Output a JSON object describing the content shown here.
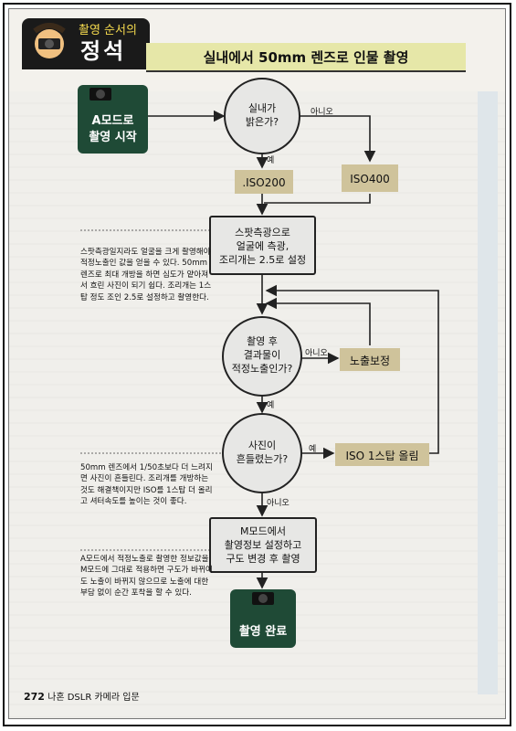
{
  "header": {
    "series_badge_top": "촬영 순서의",
    "series_badge_main": "정석",
    "title": "실내에서 50mm 렌즈로 인물 촬영"
  },
  "nodes": {
    "start": {
      "line1": "A모드로",
      "line2": "촬영 시작"
    },
    "q_bright": {
      "line1": "실내가",
      "line2": "밝은가?"
    },
    "iso200": ".ISO200",
    "iso400": "ISO400",
    "spot": {
      "line1": "스팟측광으로",
      "line2": "얼굴에 측광,",
      "line3": "조리개는 2.5로 설정"
    },
    "q_exposure": {
      "line1": "촬영 후",
      "line2": "결과물이",
      "line3": "적정노출인가?"
    },
    "exp_comp": "노출보정",
    "q_shake": {
      "line1": "사진이",
      "line2": "흔들렸는가?"
    },
    "iso_up": "ISO 1스탑 올림",
    "m_mode": {
      "line1": "M모드에서",
      "line2": "촬영정보 설정하고",
      "line3": "구도 변경 후 촬영"
    },
    "end": "촬영 완료"
  },
  "labels": {
    "no1": "아니오",
    "yes1": "예",
    "no2": "아니오",
    "yes2": "예",
    "yes3": "예",
    "no3": "아니오"
  },
  "notes": {
    "note1": "스팟측광일지라도 얼굴을 크게 촬영해야 적정노출인 값을 얻을 수 있다. 50mm 렌즈로 최대 개방을 하면 심도가 얕아져서 흐린 사진이 되기 쉽다. 조리개는 1스탑 정도 조인 2.5로 설정하고 촬영한다.",
    "note2": "50mm 렌즈에서 1/50초보다 더 느려지면 사진이 흔들린다. 조리개를 개방하는 것도 해결책이지만 ISO를 1스탑 더 올리고 셔터속도를 높이는 것이 좋다.",
    "note3": "A모드에서 적정노출로 촬영한 정보값을 M모드에 그대로 적용하면 구도가 바뀌어도 노출이 바뀌지 않으므로 노출에 대한 부담 없이 순간 포착을 할 수 있다."
  },
  "footer": {
    "page_number": "272",
    "book_title": "나혼 DSLR 카메라 입문"
  },
  "colors": {
    "start_end": "#1f4a36",
    "iso_box": "#cfc39b",
    "circle": "#e7e7e5",
    "title_bar": "#e6e7a8",
    "badge_text": "#f4d94e"
  }
}
